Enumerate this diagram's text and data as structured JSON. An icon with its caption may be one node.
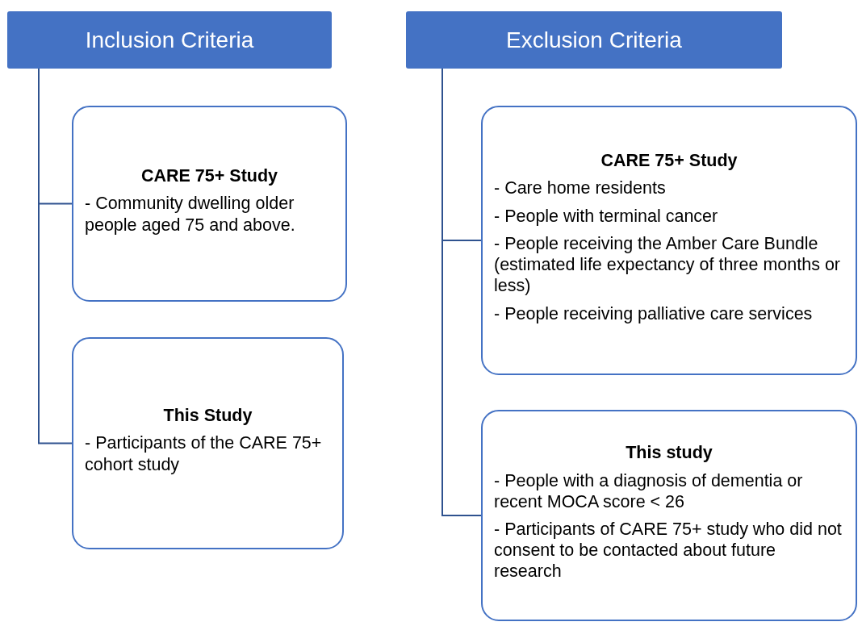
{
  "diagram": {
    "nodes": [
      {
        "text": [
          "Inclusion Criteria"
        ]
      },
      {
        "text": [
          "CARE 75+ Study",
          "- Community dwelling older people aged 75 and above."
        ]
      },
      {
        "text": [
          "This Study",
          "- Participants of the CARE 75+ cohort study"
        ]
      },
      {
        "text": [
          "Exclusion Criteria"
        ]
      },
      {
        "text": [
          "CARE 75+ Study",
          "- Care home residents",
          "- People with terminal cancer",
          "- People receiving the Amber Care Bundle (estimated life expectancy of three months or less)",
          "- People receiving palliative care services"
        ]
      },
      {
        "text": [
          "This study",
          "- People with a diagnosis of dementia or recent MOCA score < 26",
          "- Participants of CARE 75+ study who did not consent to be contacted about future research"
        ]
      }
    ],
    "edges": [
      {
        "from": 0,
        "to": 1,
        "arrow": "none"
      },
      {
        "from": 0,
        "to": 2,
        "arrow": "none"
      },
      {
        "from": 3,
        "to": 4,
        "arrow": "none"
      },
      {
        "from": 3,
        "to": 5,
        "arrow": "none"
      }
    ]
  }
}
